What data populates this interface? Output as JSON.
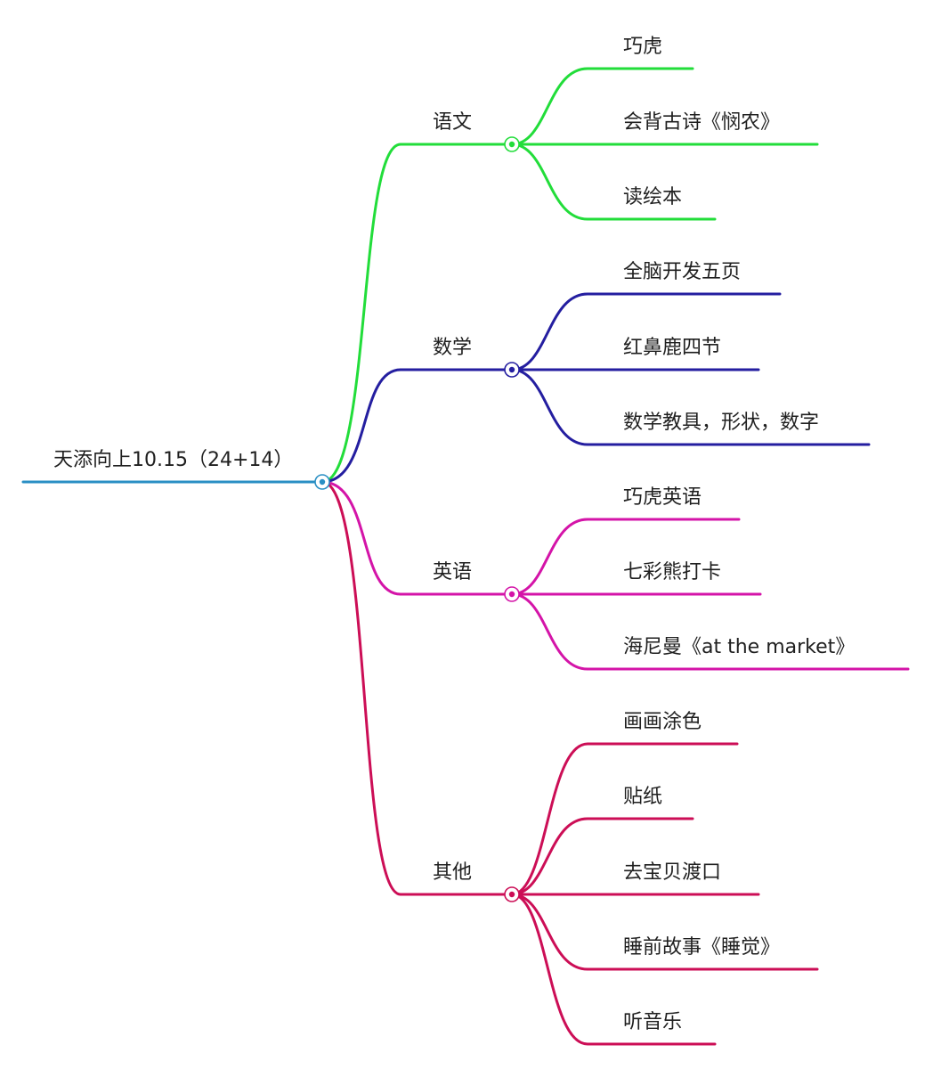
{
  "root": {
    "label": "天添向上10.15（24+14）",
    "color": "#2a8fc4"
  },
  "branches": [
    {
      "label": "语文",
      "color": "#22dd3a",
      "children": [
        "巧虎",
        "会背古诗《悯农》",
        "读绘本"
      ]
    },
    {
      "label": "数学",
      "color": "#241ea0",
      "children": [
        "全脑开发五页",
        "红鼻鹿四节",
        "数学教具，形状，数字"
      ]
    },
    {
      "label": "英语",
      "color": "#d414a8",
      "children": [
        "巧虎英语",
        "七彩熊打卡",
        "海尼曼《at the market》"
      ]
    },
    {
      "label": "其他",
      "color": "#cc0e56",
      "children": [
        "画画涂色",
        "贴纸",
        "去宝贝渡口",
        "睡前故事《睡觉》",
        "听音乐"
      ]
    }
  ]
}
